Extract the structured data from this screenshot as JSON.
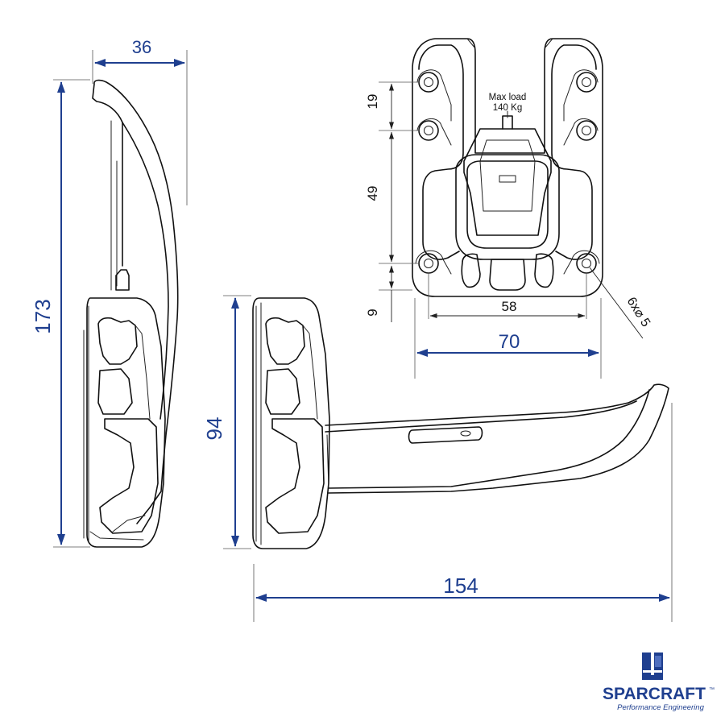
{
  "dimensions": {
    "side_width": "36",
    "total_height": "173",
    "body_height": "94",
    "arm_length": "154",
    "plate_width": "70",
    "hole_spacing_horizontal": "58",
    "spacing_top": "19",
    "spacing_middle": "49",
    "spacing_bottom": "9",
    "holes": "6x⌀ 5"
  },
  "load_label": {
    "line1": "Max load",
    "line2": "140 Kg"
  },
  "logo": {
    "name": "SPARCRAFT",
    "trademark": "™",
    "tagline": "Performance Engineering",
    "color": "#1f3f8f"
  },
  "colors": {
    "dimension_blue": "#1f3f8f",
    "line_black": "#111111"
  }
}
